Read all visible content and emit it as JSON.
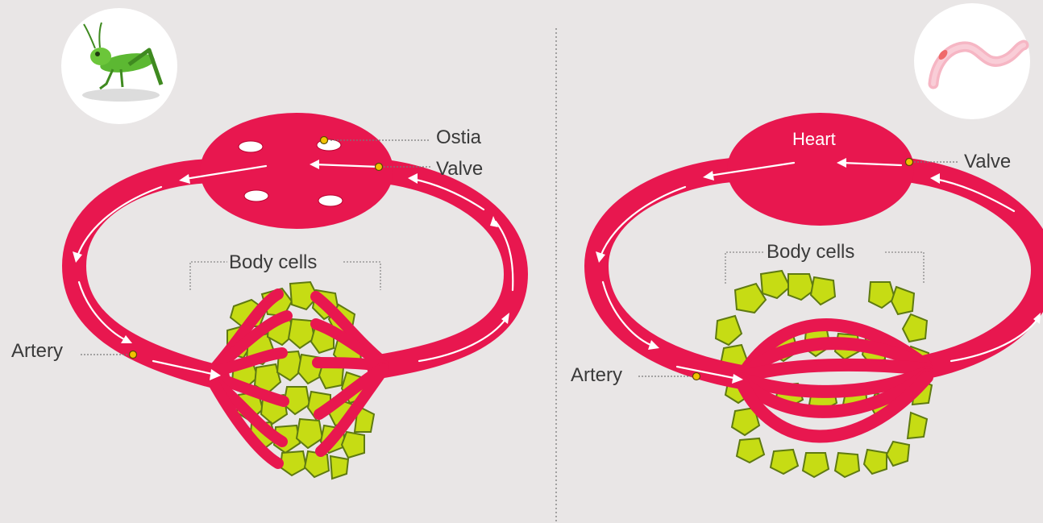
{
  "left_panel": {
    "organism_icon": "grasshopper-icon",
    "labels": {
      "ostia": "Ostia",
      "valve": "Valve",
      "body_cells": "Body cells",
      "artery": "Artery"
    }
  },
  "right_panel": {
    "organism_icon": "earthworm-icon",
    "labels": {
      "heart": "Heart",
      "valve": "Valve",
      "body_cells": "Body cells",
      "artery": "Artery"
    }
  },
  "colors": {
    "background": "#e9e6e6",
    "vessel": "#e8174f",
    "cells": "#c6dc14",
    "marker": "#f2c200"
  }
}
